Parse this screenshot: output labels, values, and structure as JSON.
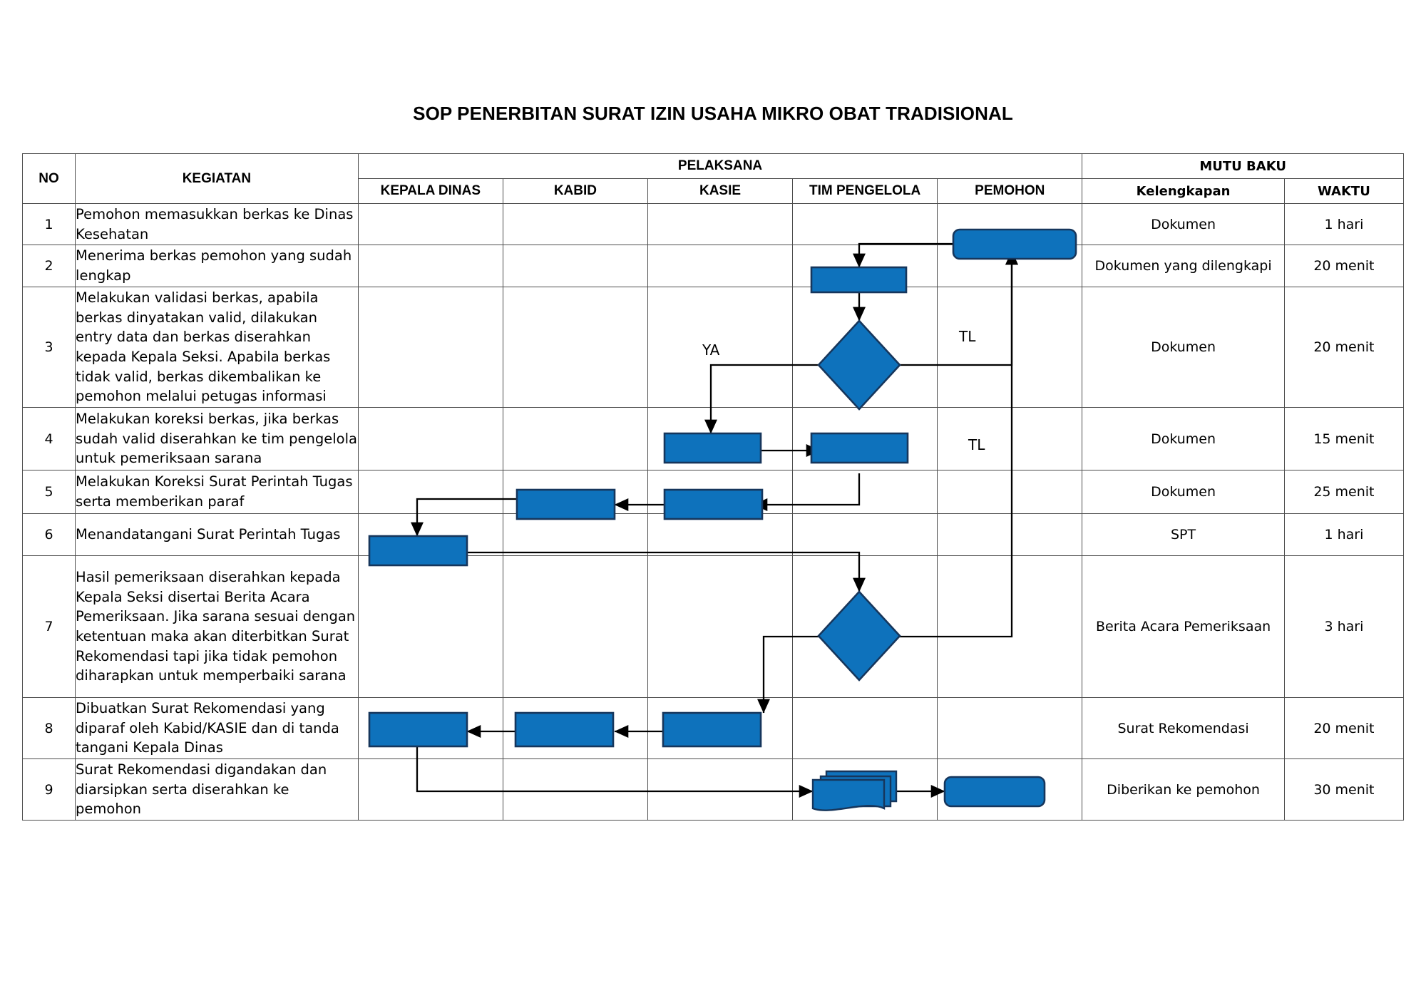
{
  "document": {
    "title": "SOP PENERBITAN SURAT IZIN USAHA MIKRO OBAT TRADISIONAL"
  },
  "table": {
    "headers": {
      "no": "NO",
      "kegiatan": "KEGIATAN",
      "pelaksana": "PELAKSANA",
      "mutu_baku": "MUTU BAKU",
      "lanes": [
        "KEPALA DINAS",
        "KABID",
        "KASIE",
        "TIM PENGELOLA",
        "PEMOHON"
      ],
      "kelengkapan": "Kelengkapan",
      "waktu": "WAKTU"
    },
    "rows": [
      {
        "no": "1",
        "kegiatan": "Pemohon memasukkan berkas ke Dinas Kesehatan",
        "kelengkapan": "Dokumen",
        "waktu": "1 hari"
      },
      {
        "no": "2",
        "kegiatan": "Menerima berkas pemohon yang sudah lengkap",
        "kelengkapan": "Dokumen yang dilengkapi",
        "waktu": "20 menit"
      },
      {
        "no": "3",
        "kegiatan": "Melakukan validasi berkas, apabila berkas dinyatakan valid, dilakukan entry data dan berkas diserahkan kepada Kepala Seksi. Apabila berkas tidak valid, berkas dikembalikan ke pemohon melalui petugas informasi",
        "kelengkapan": "Dokumen",
        "waktu": "20 menit"
      },
      {
        "no": "4",
        "kegiatan": "Melakukan koreksi berkas, jika berkas sudah valid diserahkan ke tim pengelola untuk pemeriksaan sarana",
        "kelengkapan": "Dokumen",
        "waktu": "15 menit"
      },
      {
        "no": "5",
        "kegiatan": "Melakukan Koreksi Surat Perintah Tugas serta memberikan paraf",
        "kelengkapan": "Dokumen",
        "waktu": "25 menit"
      },
      {
        "no": "6",
        "kegiatan": "Menandatangani Surat Perintah Tugas",
        "kelengkapan": "SPT",
        "waktu": "1 hari"
      },
      {
        "no": "7",
        "kegiatan": "Hasil pemeriksaan diserahkan kepada Kepala Seksi disertai Berita Acara Pemeriksaan. Jika sarana sesuai dengan ketentuan maka akan diterbitkan Surat Rekomendasi tapi jika tidak pemohon diharapkan untuk memperbaiki sarana",
        "kelengkapan": "Berita Acara Pemeriksaan",
        "waktu": "3 hari"
      },
      {
        "no": "8",
        "kegiatan": "Dibuatkan Surat Rekomendasi yang diparaf oleh Kabid/KASIE dan di tanda tangani Kepala Dinas",
        "kelengkapan": "Surat Rekomendasi",
        "waktu": "20 menit"
      },
      {
        "no": "9",
        "kegiatan": "Surat Rekomendasi digandakan dan diarsipkan serta diserahkan ke pemohon",
        "kelengkapan": "Diberikan ke pemohon",
        "waktu": "30 menit"
      }
    ]
  },
  "flowchart": {
    "shape_fill": "#0E72BC",
    "shape_stroke": "#16365C",
    "connector_color": "#000000",
    "branch_labels": [
      {
        "text": "YA",
        "row": 3
      },
      {
        "text": "TL",
        "row": 3
      },
      {
        "text": "TL",
        "row": 4
      }
    ],
    "shapes": [
      {
        "id": "s1",
        "row": 1,
        "lane": "PEMOHON",
        "type": "terminator"
      },
      {
        "id": "s2",
        "row": 2,
        "lane": "TIM PENGELOLA",
        "type": "process"
      },
      {
        "id": "s3",
        "row": 3,
        "lane": "TIM PENGELOLA",
        "type": "decision"
      },
      {
        "id": "s4a",
        "row": 4,
        "lane": "KASIE",
        "type": "process"
      },
      {
        "id": "s4b",
        "row": 4,
        "lane": "TIM PENGELOLA",
        "type": "process"
      },
      {
        "id": "s5a",
        "row": 5,
        "lane": "KABID",
        "type": "process"
      },
      {
        "id": "s5b",
        "row": 5,
        "lane": "KASIE",
        "type": "process"
      },
      {
        "id": "s6",
        "row": 6,
        "lane": "KEPALA DINAS",
        "type": "process"
      },
      {
        "id": "s7",
        "row": 7,
        "lane": "TIM PENGELOLA",
        "type": "decision"
      },
      {
        "id": "s8a",
        "row": 8,
        "lane": "KEPALA DINAS",
        "type": "process"
      },
      {
        "id": "s8b",
        "row": 8,
        "lane": "KABID",
        "type": "process"
      },
      {
        "id": "s8c",
        "row": 8,
        "lane": "KASIE",
        "type": "process"
      },
      {
        "id": "s9a",
        "row": 9,
        "lane": "TIM PENGELOLA",
        "type": "multidocument"
      },
      {
        "id": "s9b",
        "row": 9,
        "lane": "PEMOHON",
        "type": "terminator"
      }
    ]
  }
}
